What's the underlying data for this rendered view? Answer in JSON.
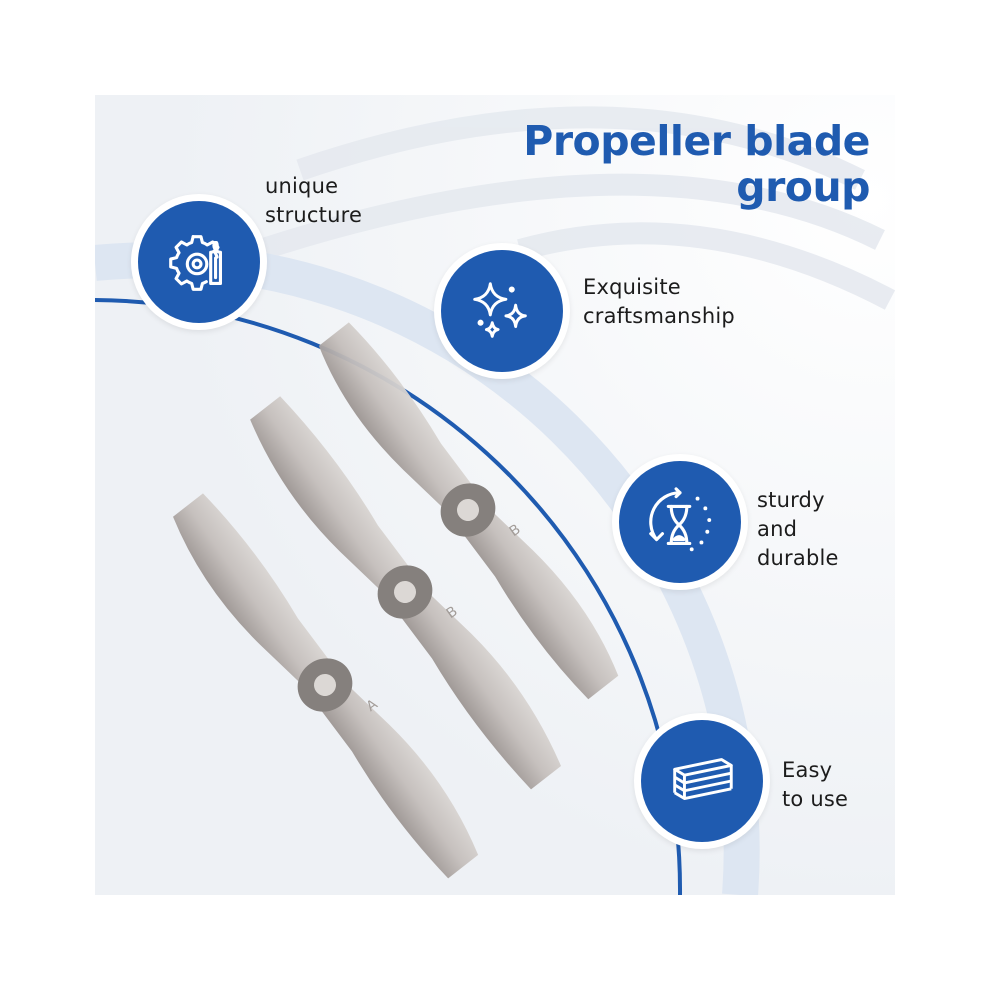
{
  "title": {
    "line1": "Propeller blade",
    "line2": "group"
  },
  "features": [
    {
      "icon": "gear-wrench-icon",
      "lines": [
        "unique",
        "structure"
      ]
    },
    {
      "icon": "sparkle-icon",
      "lines": [
        "Exquisite",
        "craftsmanship"
      ]
    },
    {
      "icon": "hourglass-refresh-icon",
      "lines": [
        "sturdy",
        "and",
        "durable"
      ]
    },
    {
      "icon": "stacked-sheets-icon",
      "lines": [
        "Easy",
        "to use"
      ]
    }
  ],
  "blade_markings": [
    "A",
    "B",
    "B"
  ],
  "colors": {
    "accent": "#1f5bb0",
    "arc_light": "#dde6f2",
    "blade": "#b7b0ad",
    "hub": "#85807d",
    "text": "#1c1c1c"
  }
}
